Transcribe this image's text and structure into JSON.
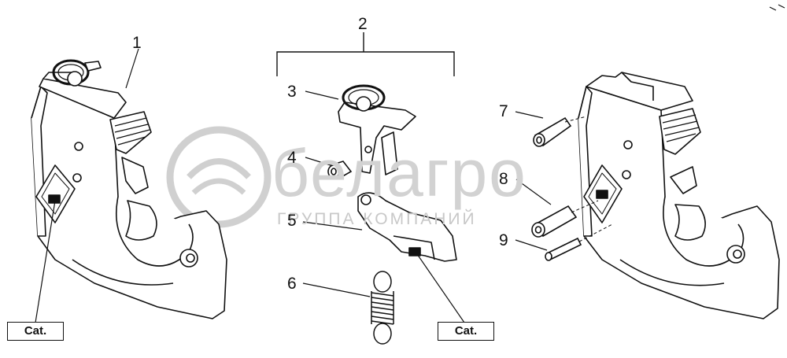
{
  "callouts": {
    "c1": "1",
    "c2": "2",
    "c3": "3",
    "c4": "4",
    "c5": "5",
    "c6": "6",
    "c7": "7",
    "c8": "8",
    "c9": "9"
  },
  "cat_labels": {
    "left": "Cat.",
    "middle": "Cat."
  },
  "watermark": {
    "title": "белагро",
    "subtitle": "ГРУППА КОМПАНИЙ"
  }
}
